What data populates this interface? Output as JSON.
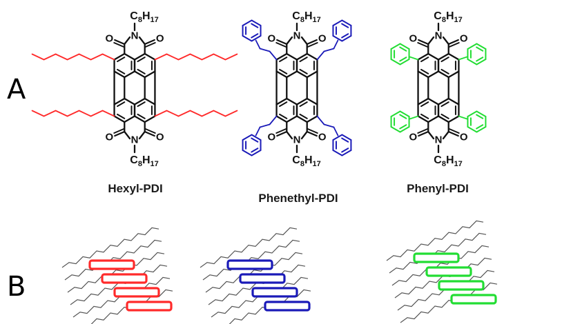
{
  "panels": {
    "a_label": "A",
    "b_label": "B"
  },
  "molecules": [
    {
      "name": "Hexyl-PDI",
      "color": "#ff2a2a",
      "substituent": "hexyl"
    },
    {
      "name": "Phenethyl-PDI",
      "color": "#1a1ab8",
      "substituent": "phenethyl"
    },
    {
      "name": "Phenyl-PDI",
      "color": "#22dd33",
      "substituent": "phenyl"
    }
  ],
  "chain_label": {
    "main": "C",
    "sub1": "8",
    "mid": "H",
    "sub2": "17"
  },
  "atoms": {
    "nitrogen": "N",
    "oxygen": "O"
  },
  "packing": [
    {
      "color": "#ff2a2a",
      "units": 4
    },
    {
      "color": "#1a1ab8",
      "units": 4
    },
    {
      "color": "#22dd33",
      "units": 4
    }
  ],
  "colors": {
    "bond": "#111111",
    "chain_gray": "#555555"
  }
}
